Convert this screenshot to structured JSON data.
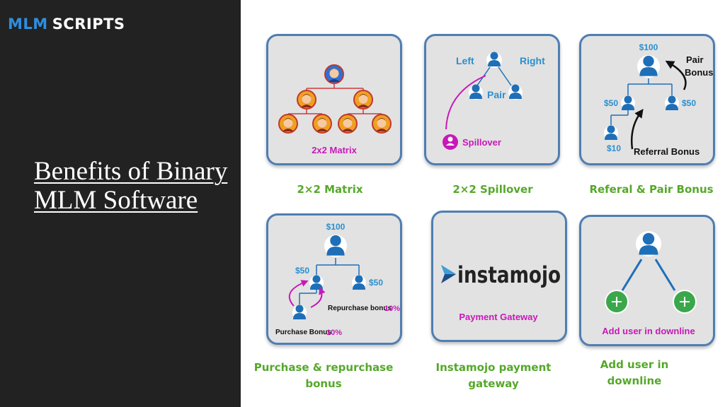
{
  "logo": {
    "part1": "MLM",
    "part2": "SCRIPTS"
  },
  "title": "Benefits of Binary MLM Software",
  "colors": {
    "left_panel": "#222222",
    "caption_green": "#55a82a",
    "card_border": "#4f7eb2",
    "label_blue": "#2a8fd0",
    "label_magenta": "#c818b8"
  },
  "cards": {
    "matrix": {
      "label": "2x2 Matrix",
      "caption": "2×2 Matrix"
    },
    "spillover": {
      "left": "Left",
      "right": "Right",
      "pair": "Pair",
      "spillover": "Spillover",
      "caption": "2×2 Spillover"
    },
    "referral": {
      "top": "$100",
      "pair_l1": "Pair",
      "pair_l2": "Bonus",
      "left": "$50",
      "right": "$50",
      "bottom": "$10",
      "referral": "Referral Bonus",
      "caption": "Referal & Pair Bonus"
    },
    "purchase": {
      "top": "$100",
      "left": "$50",
      "right": "$50",
      "repurchase": "Repurchase bonus",
      "repurchase_pct": "10%",
      "purchase": "Purchase  Bonus",
      "purchase_pct": "10%",
      "caption_l1": "Purchase & repurchase",
      "caption_l2": "bonus"
    },
    "instamojo": {
      "brand": "instamojo",
      "label": "Payment Gateway",
      "caption_l1": "Instamojo payment",
      "caption_l2": "gateway"
    },
    "downline": {
      "label": "Add user in downline",
      "caption_l1": "Add user in",
      "caption_l2": "downline"
    }
  }
}
